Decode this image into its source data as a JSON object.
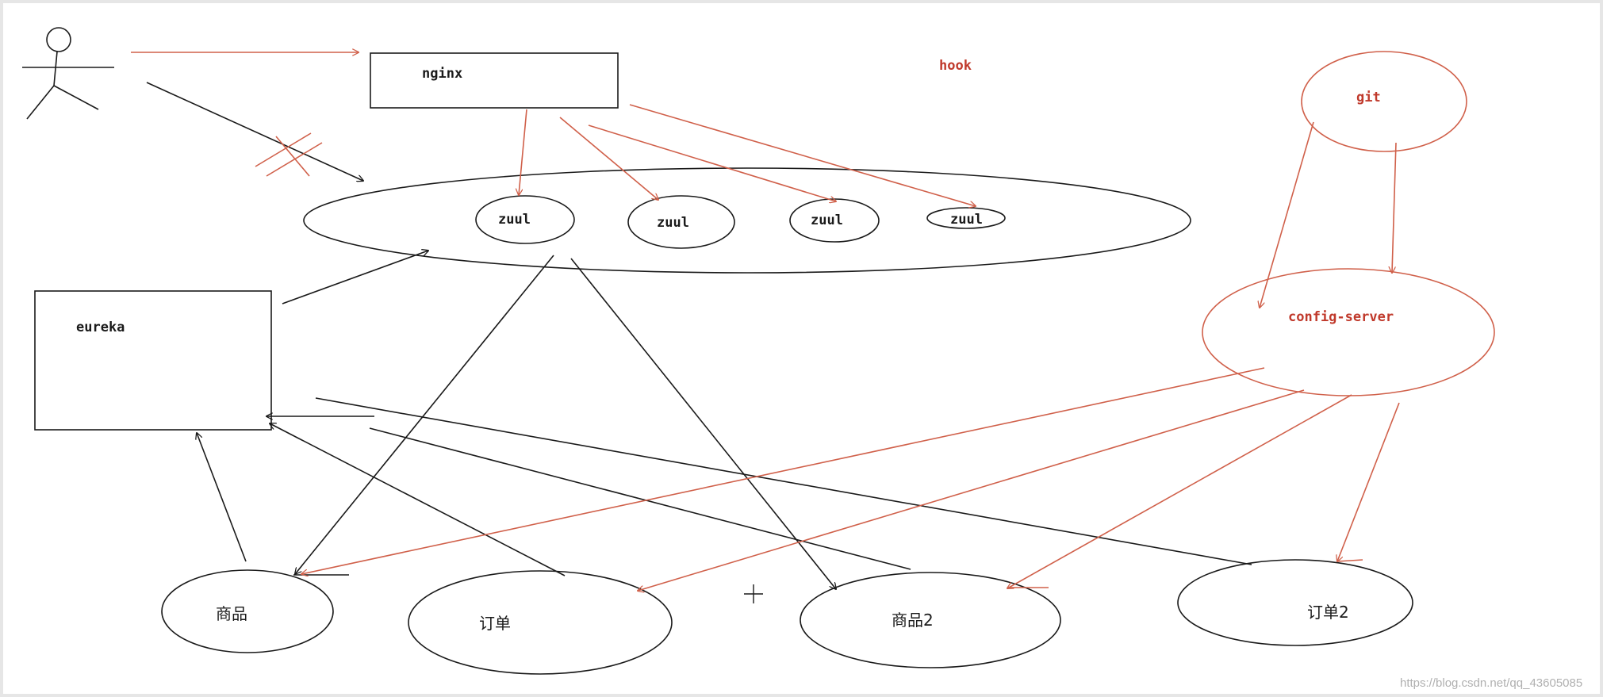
{
  "diagram": {
    "nodes": {
      "nginx": "nginx",
      "hook": "hook",
      "git": "git",
      "zuul_1": "zuul",
      "zuul_2": "zuul",
      "zuul_3": "zuul",
      "zuul_4": "zuul",
      "eureka": "eureka",
      "config_server": "config-server",
      "goods": "商品",
      "order": "订单",
      "goods2": "商品2",
      "order2": "订单2"
    },
    "watermark": "https://blog.csdn.net/qq_43605085",
    "colors": {
      "black": "#1a1a1a",
      "red": "#d0604a",
      "red_text": "#c0392b",
      "frame": "#e6e6e6",
      "watermark": "#b0b0b0"
    }
  }
}
